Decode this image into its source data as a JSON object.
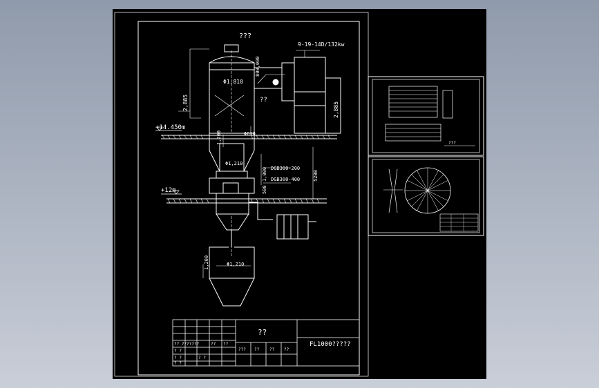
{
  "colors": {
    "background_top": "#8f9aab",
    "background_bottom": "#c9ced8",
    "canvas": "#000000",
    "line": "#ffffff"
  },
  "drawing": {
    "top_label": "???",
    "fan_label": "9-19-14D/132kw",
    "dia_main": "Φ1,810",
    "arrow_label": "??",
    "vertical_dim_1": "2,885",
    "vertical_dim_2": "2,885",
    "top_dim": "800,000",
    "elev_upper": "+14.450m",
    "elev_lower": "+12m",
    "dim_1200": "1,200",
    "dim_phi_small": "Φ610",
    "dim_phi_mid": "Φ1,210",
    "dim_1000": "1,000",
    "dim_5200": "5200",
    "dim_500": "500",
    "valve_1": "DGB300-200",
    "valve_2": "DGB300-400",
    "lower_dim_1200": "1,200",
    "lower_phi": "Φ1,210"
  },
  "title_block": {
    "name": "??",
    "drawing_number": "FL1000?????",
    "left_row_labels": [
      "?? ??",
      "?????",
      "??",
      "??"
    ],
    "left_col_labels": [
      "? ?",
      "? ?",
      "? ?",
      "? ?"
    ],
    "right_labels": [
      "???",
      "??",
      "??",
      "??"
    ]
  },
  "side_sheet_1": {
    "caption": "???"
  }
}
